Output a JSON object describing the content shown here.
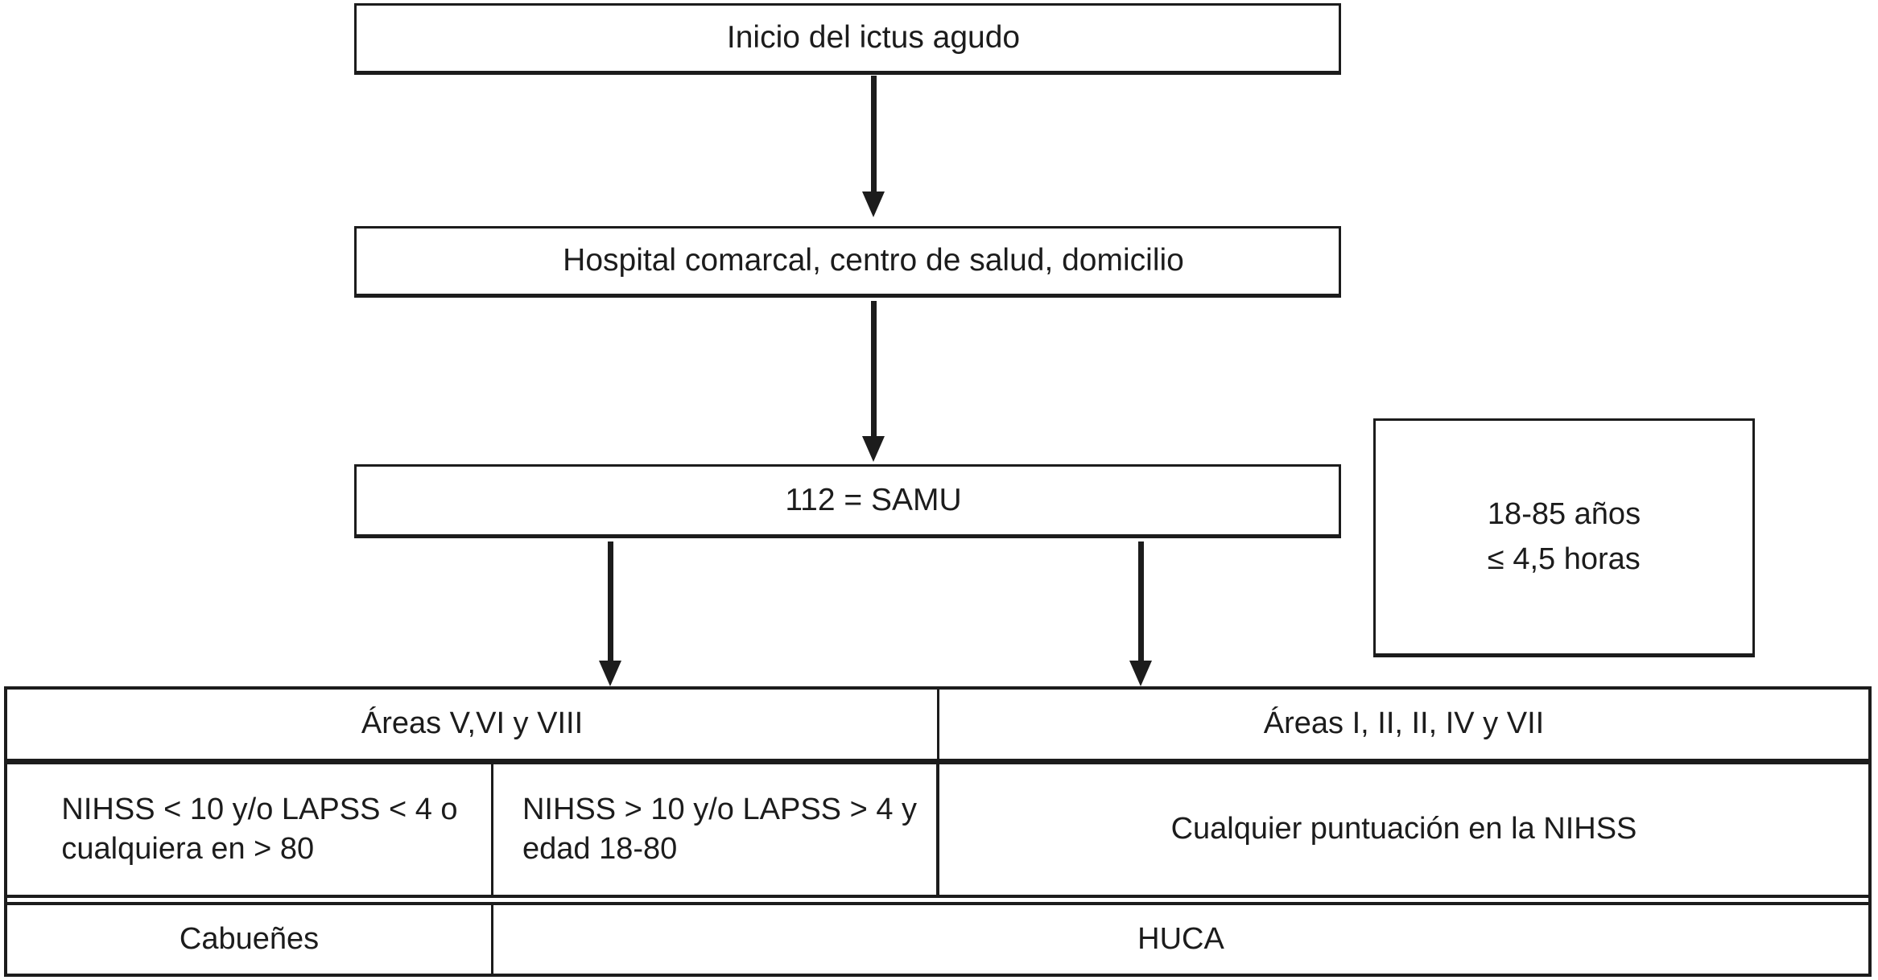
{
  "colors": {
    "ink": "#1c1c1c",
    "background": "#ffffff"
  },
  "flow": {
    "start": "Inicio del ictus agudo",
    "origin": "Hospital comarcal, centro de salud, domicilio",
    "emergency": "112 = SAMU",
    "criteria": "18-85 años\n≤ 4,5 horas"
  },
  "triage": {
    "left_header": "Áreas V,VI y VIII",
    "right_header": "Áreas I, II, II, IV y VII",
    "left_low": "NIHSS < 10 y/o LAPSS < 4 o\ncualquiera en > 80",
    "left_high": "NIHSS > 10 y/o LAPSS > 4 y\nedad 18-80",
    "right_any": "Cualquier puntuación en la NIHSS",
    "dest_left": "Cabueñes",
    "dest_right": "HUCA"
  }
}
